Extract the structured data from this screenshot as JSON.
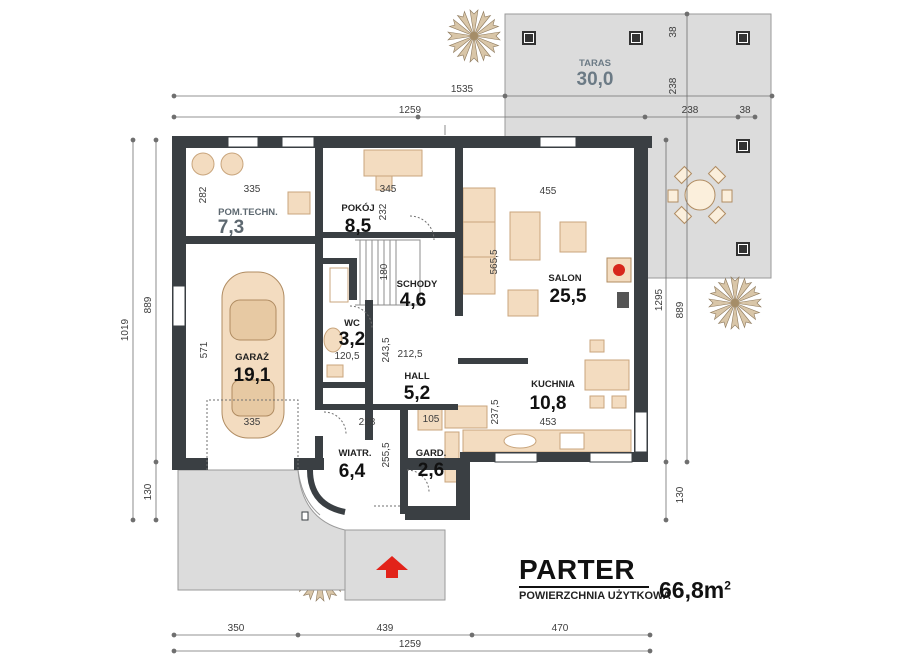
{
  "title": "PARTER",
  "usable_area_label": "POWIERZCHNIA UŻYTKOWA",
  "usable_area_value": "66,8",
  "usable_area_unit": "m",
  "usable_area_unit_sup": "2",
  "rooms": {
    "taras": {
      "name": "TARAS",
      "area": "30,0"
    },
    "pom_techn": {
      "name": "POM.TECHN.",
      "area": "7,3"
    },
    "pokoj": {
      "name": "POKÓJ",
      "area": "8,5"
    },
    "schody": {
      "name": "SCHODY",
      "area": "4,6"
    },
    "salon": {
      "name": "SALON",
      "area": "25,5"
    },
    "wc": {
      "name": "WC",
      "area": "3,2"
    },
    "garaz": {
      "name": "GARAŻ",
      "area": "19,1"
    },
    "hall": {
      "name": "HALL",
      "area": "5,2"
    },
    "kuchnia": {
      "name": "KUCHNIA",
      "area": "10,8"
    },
    "wiatr": {
      "name": "WIATR.",
      "area": "6,4"
    },
    "gard": {
      "name": "GARD.",
      "area": "2,6"
    }
  },
  "dimensions": {
    "top_1535": "1535",
    "top_1259": "1259",
    "top_238": "238",
    "top_38": "38",
    "taras_238": "238",
    "taras_38": "38",
    "bottom_350": "350",
    "bottom_439": "439",
    "bottom_470": "470",
    "bottom_1259": "1259",
    "left_1019": "1019",
    "left_889": "889",
    "left_130": "130",
    "right_1295": "1295",
    "right_889": "889",
    "right_130": "130",
    "pom_335": "335",
    "pom_282": "282",
    "pokoj_345": "345",
    "pokoj_232": "232",
    "salon_455": "455",
    "salon_565": "565,5",
    "schody_180": "180",
    "garaz_571": "571",
    "garaz_335": "335",
    "wc_120": "120,5",
    "wc_243": "243,5",
    "hall_212": "212,5",
    "hall_228": "228",
    "kuchnia_453": "453",
    "kuchnia_237": "237,5",
    "gard_105": "105",
    "wiatr_255": "255,5"
  },
  "colors": {
    "wall": "#3a3f43",
    "furniture": "#f3dcc0",
    "furniture_stroke": "#c9a57c",
    "terrace": "#dcdcdc",
    "entrance_arrow": "#e2231a",
    "dimension_line": "#6f6f6f"
  },
  "icons": [
    "plant-icon",
    "entrance-arrow-icon",
    "car-icon",
    "fireplace-icon"
  ]
}
